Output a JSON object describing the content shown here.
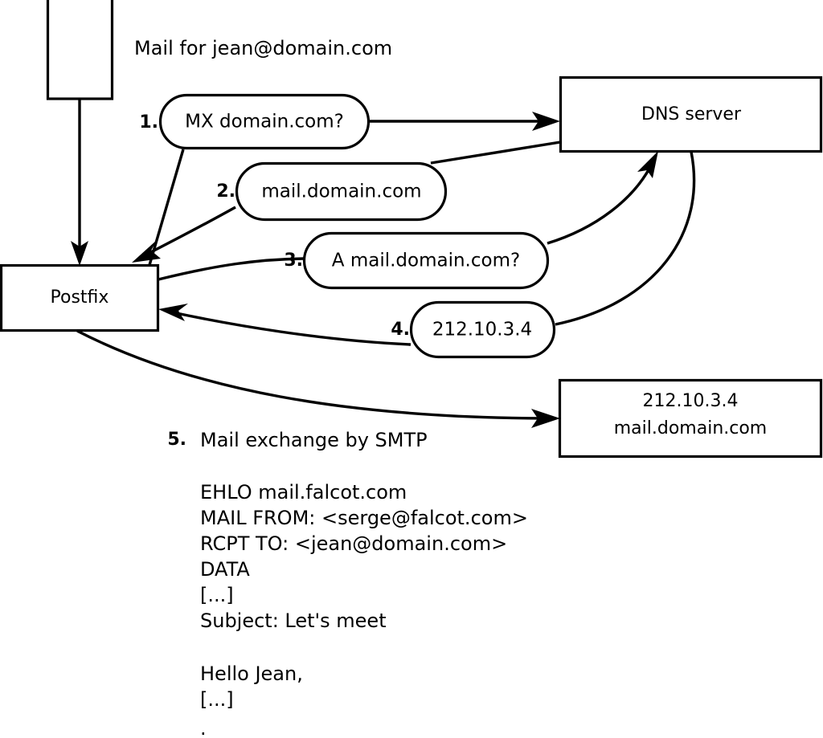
{
  "diagram": {
    "title_caption": "Mail for jean@domain.com",
    "nodes": {
      "mail_source": {
        "label": ""
      },
      "postfix": {
        "label": "Postfix"
      },
      "dns_server": {
        "label": "DNS server"
      },
      "target_server": {
        "line1": "212.10.3.4",
        "line2": "mail.domain.com"
      }
    },
    "steps": [
      {
        "num": "1.",
        "label": "MX domain.com?"
      },
      {
        "num": "2.",
        "label": "mail.domain.com"
      },
      {
        "num": "3.",
        "label": "A mail.domain.com?"
      },
      {
        "num": "4.",
        "label": "212.10.3.4"
      },
      {
        "num": "5.",
        "label": "Mail exchange by SMTP"
      }
    ],
    "smtp_transcript": [
      "EHLO mail.falcot.com",
      "MAIL FROM: <serge@falcot.com>",
      "RCPT TO: <jean@domain.com>",
      "DATA",
      "[...]",
      "Subject: Let's meet",
      "",
      "Hello Jean,",
      "[...]",
      "."
    ],
    "colors": {
      "stroke": "#000000",
      "fill": "#ffffff",
      "background": "#ffffff"
    }
  }
}
